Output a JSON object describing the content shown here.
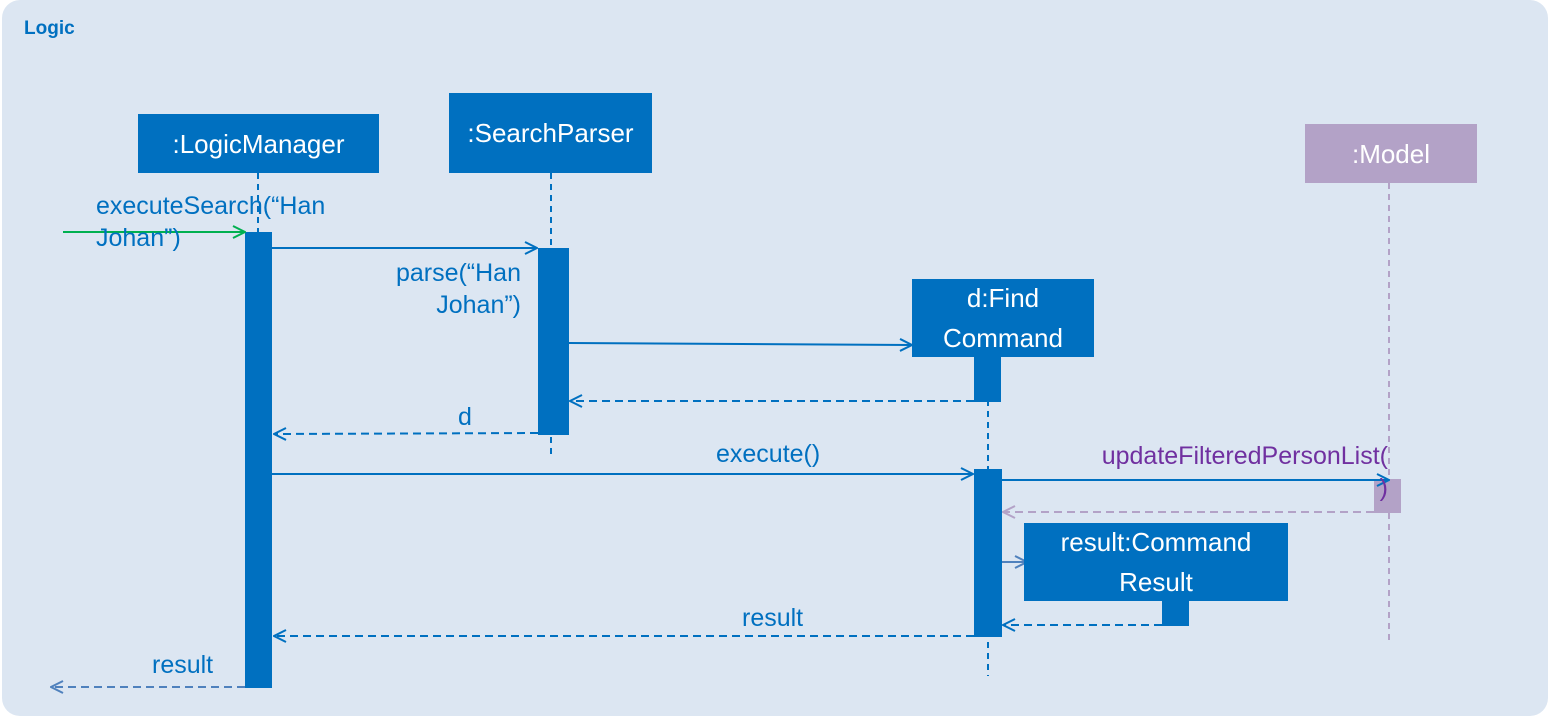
{
  "frame": {
    "title": "Logic"
  },
  "participants": {
    "logic_manager": ":LogicManager",
    "search_parser": ":SearchParser",
    "find_command": "d:Find\nCommand",
    "model": ":Model",
    "command_result": "result:Command\nResult"
  },
  "messages": {
    "execute_search": "executeSearch(“Han\nJohan”)",
    "parse": "parse(“Han\nJohan”)",
    "return_d": "d",
    "execute": "execute()",
    "update_filtered": "updateFilteredPersonList(\n)",
    "return_result_inner": "result",
    "return_result_outer": "result"
  },
  "colors": {
    "frame_bg": "#dce6f2",
    "participant": "#0070c0",
    "model": "#b3a2c7",
    "incoming_arrow": "#00b050",
    "model_message": "#7030a0"
  }
}
